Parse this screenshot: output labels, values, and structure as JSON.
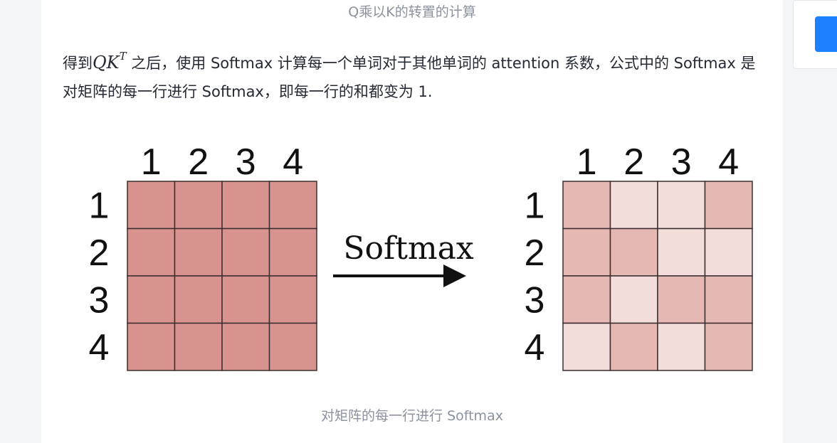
{
  "top_caption": "Q乘以K的转置的计算",
  "paragraph": {
    "prefix": "得到",
    "math_base": "QK",
    "math_sup": "T",
    "text": " 之后，使用 Softmax 计算每一个单词对于其他单词的 attention 系数，公式中的 Softmax 是对矩阵的每一行进行 Softmax，即每一行的和都变为 1."
  },
  "figure": {
    "arrow_label": "Softmax",
    "left_matrix": {
      "col_labels": [
        "1",
        "2",
        "3",
        "4"
      ],
      "row_labels": [
        "1",
        "2",
        "3",
        "4"
      ],
      "shades": [
        [
          2,
          2,
          2,
          2
        ],
        [
          2,
          2,
          2,
          2
        ],
        [
          2,
          2,
          2,
          2
        ],
        [
          2,
          2,
          2,
          2
        ]
      ]
    },
    "right_matrix": {
      "col_labels": [
        "1",
        "2",
        "3",
        "4"
      ],
      "row_labels": [
        "1",
        "2",
        "3",
        "4"
      ],
      "shades": [
        [
          1,
          0,
          0,
          1
        ],
        [
          1,
          1,
          0,
          0
        ],
        [
          1,
          0,
          1,
          1
        ],
        [
          0,
          1,
          0,
          1
        ]
      ]
    },
    "shade_colors": [
      "#f2dddb",
      "#e6b8b4",
      "#d8938f"
    ],
    "grid_line_color": "#3a2e2e"
  },
  "bottom_caption": "对矩阵的每一行进行 Softmax",
  "sidebar": {
    "accent": "#1e80ff"
  }
}
